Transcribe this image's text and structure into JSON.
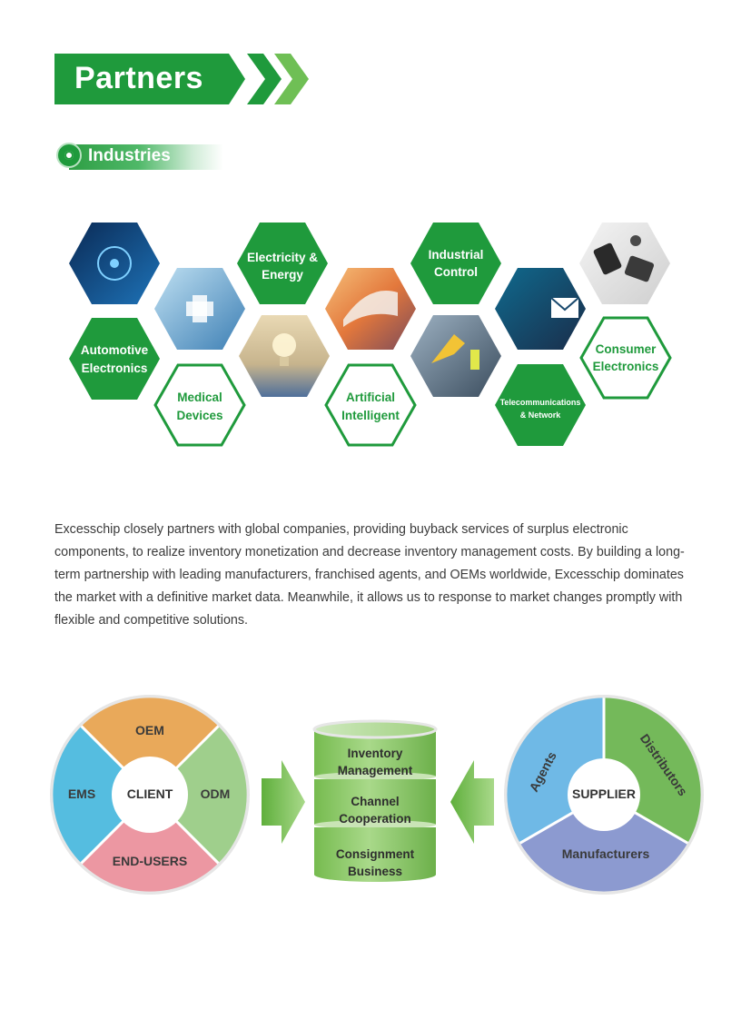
{
  "header": {
    "title": "Partners"
  },
  "section": {
    "label": "Industries"
  },
  "industries": {
    "automotive": [
      "Automotive",
      "Electronics"
    ],
    "medical": [
      "Medical",
      "Devices"
    ],
    "electricity": [
      "Electricity &",
      "Energy"
    ],
    "ai": [
      "Artificial",
      "Intelligent"
    ],
    "industrial": [
      "Industrial",
      "Control"
    ],
    "telecom": [
      "Telecommunications",
      "& Network"
    ],
    "consumer": [
      "Consumer",
      "Electronics"
    ]
  },
  "body_text": "Excesschip closely partners with global companies, providing buyback services of surplus electronic components, to realize inventory monetization and decrease inventory management costs. By building a long-term partnership with leading manufacturers, franchised agents, and OEMs worldwide, Excesschip dominates the market with a definitive market data. Meanwhile, it allows us to response to market changes promptly with flexible and competitive solutions.",
  "client_wheel": {
    "center": "CLIENT",
    "segments": {
      "top": "OEM",
      "right": "ODM",
      "bottom": "END-USERS",
      "left": "EMS"
    }
  },
  "services_stack": {
    "layers": [
      [
        "Inventory",
        "Management"
      ],
      [
        "Channel",
        "Cooperation"
      ],
      [
        "Consignment",
        "Business"
      ]
    ]
  },
  "supplier_wheel": {
    "center": "SUPPLIER",
    "segments": {
      "left": "Agents",
      "right": "Distributors",
      "bottom": "Manufacturers"
    }
  },
  "colors": {
    "brand_green": "#1f9a3c",
    "oem": "#e9a95a",
    "odm": "#9fcf8c",
    "end_users": "#ec97a2",
    "ems": "#55bde0",
    "agents": "#6fb9e6",
    "distributors": "#74b95a",
    "manufacturers": "#8c9ad0"
  }
}
